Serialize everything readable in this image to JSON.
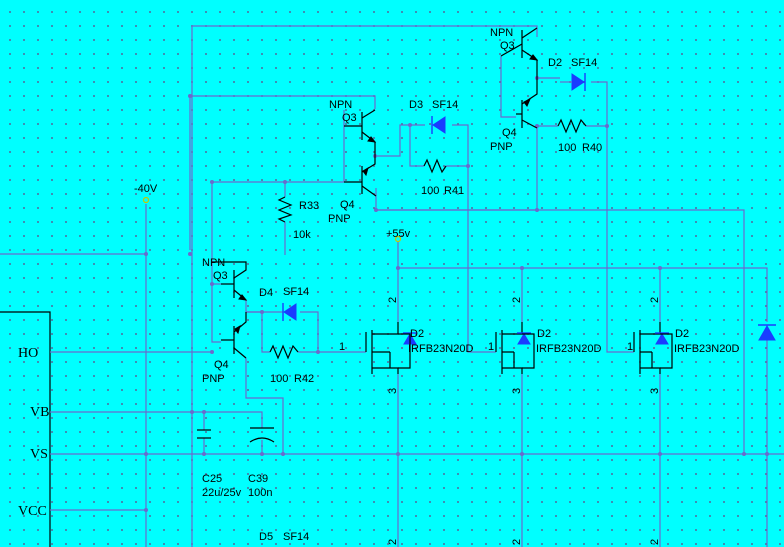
{
  "left_pins": [
    "HO",
    "VB",
    "VS",
    "VCC"
  ],
  "rails": {
    "neg": "-40V",
    "pos": "+55v"
  },
  "transistors": {
    "npn": "NPN",
    "pnp": "PNP",
    "q3": "Q3",
    "q4": "Q4"
  },
  "diodes": {
    "d2": "D2",
    "d3": "D3",
    "d4": "D4",
    "d5": "D5",
    "sf14": "SF14"
  },
  "resistors": {
    "r33": "R33",
    "r33_val": "10k",
    "r40": "R40",
    "r41": "R41",
    "r42": "R42",
    "val100": "100"
  },
  "caps": {
    "c25": "C25",
    "c25_val": "22u/25v",
    "c39": "C39",
    "c39_val": "100n"
  },
  "mosfet": "IRFB23N20D",
  "pin_numbers": {
    "gate": "1",
    "drain": "2",
    "source": "3"
  }
}
